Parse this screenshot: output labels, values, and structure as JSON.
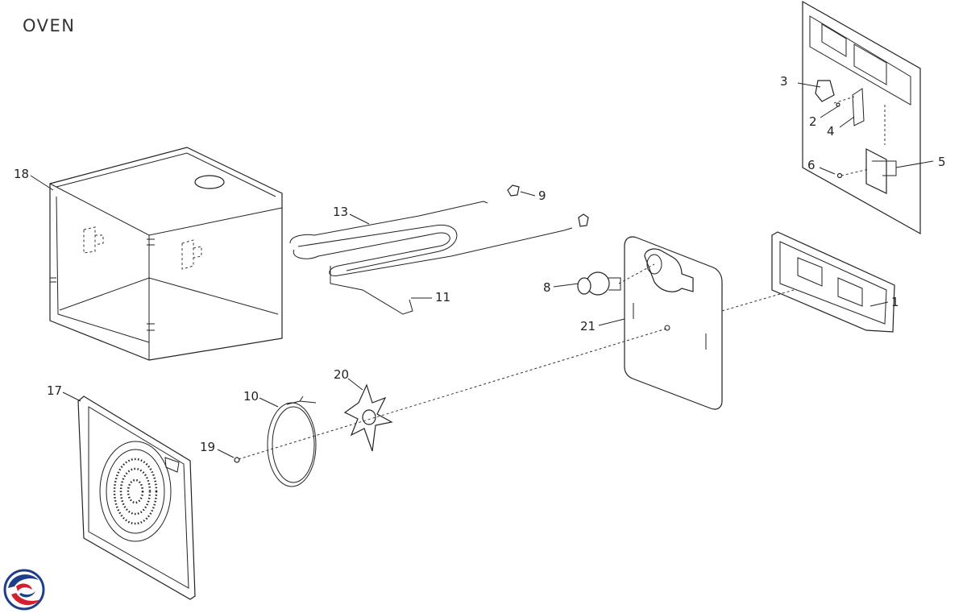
{
  "title": "OVEN",
  "callouts": {
    "p1": "1",
    "p2": "2",
    "p3": "3",
    "p4": "4",
    "p5": "5",
    "p6": "6",
    "p8": "8",
    "p9": "9",
    "p10": "10",
    "p11": "11",
    "p13": "13",
    "p17": "17",
    "p18": "18",
    "p19": "19",
    "p20": "20",
    "p21": "21"
  },
  "colors": {
    "logo_red": "#d3202e",
    "logo_blue": "#1d3f8a",
    "line": "#222222"
  }
}
